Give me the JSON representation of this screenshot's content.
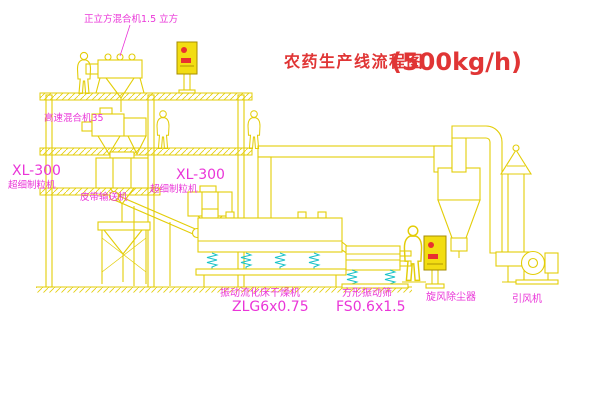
{
  "title": {
    "text": "农药生产线流程图",
    "capacity": "(500kg/h)"
  },
  "labels": {
    "cube_mixer": "正立方混合机1.5 立方",
    "high_speed_mixer": "高速混合机35",
    "granulator_left": {
      "model": "XL-300",
      "name": "超细制粒机"
    },
    "granulator_right": {
      "model": "XL-300",
      "name": "超细制粒机"
    },
    "belt_conveyor": "皮带输送机",
    "fluid_bed_dryer": {
      "name": "振动流化床干燥机",
      "model": "ZLG6x0.75"
    },
    "vibrating_sieve": {
      "name": "方形振动筛",
      "model": "FS0.6x1.5"
    },
    "cyclone": "旋风除尘器",
    "draft_fan": "引风机"
  },
  "colors": {
    "line": "#e3cd08",
    "detail": "#18c2c8",
    "label": "#ea35d8",
    "title": "#e03535",
    "panel_fill": "#f2dd12",
    "alarm": "#e93030",
    "background": "#ffffff"
  }
}
